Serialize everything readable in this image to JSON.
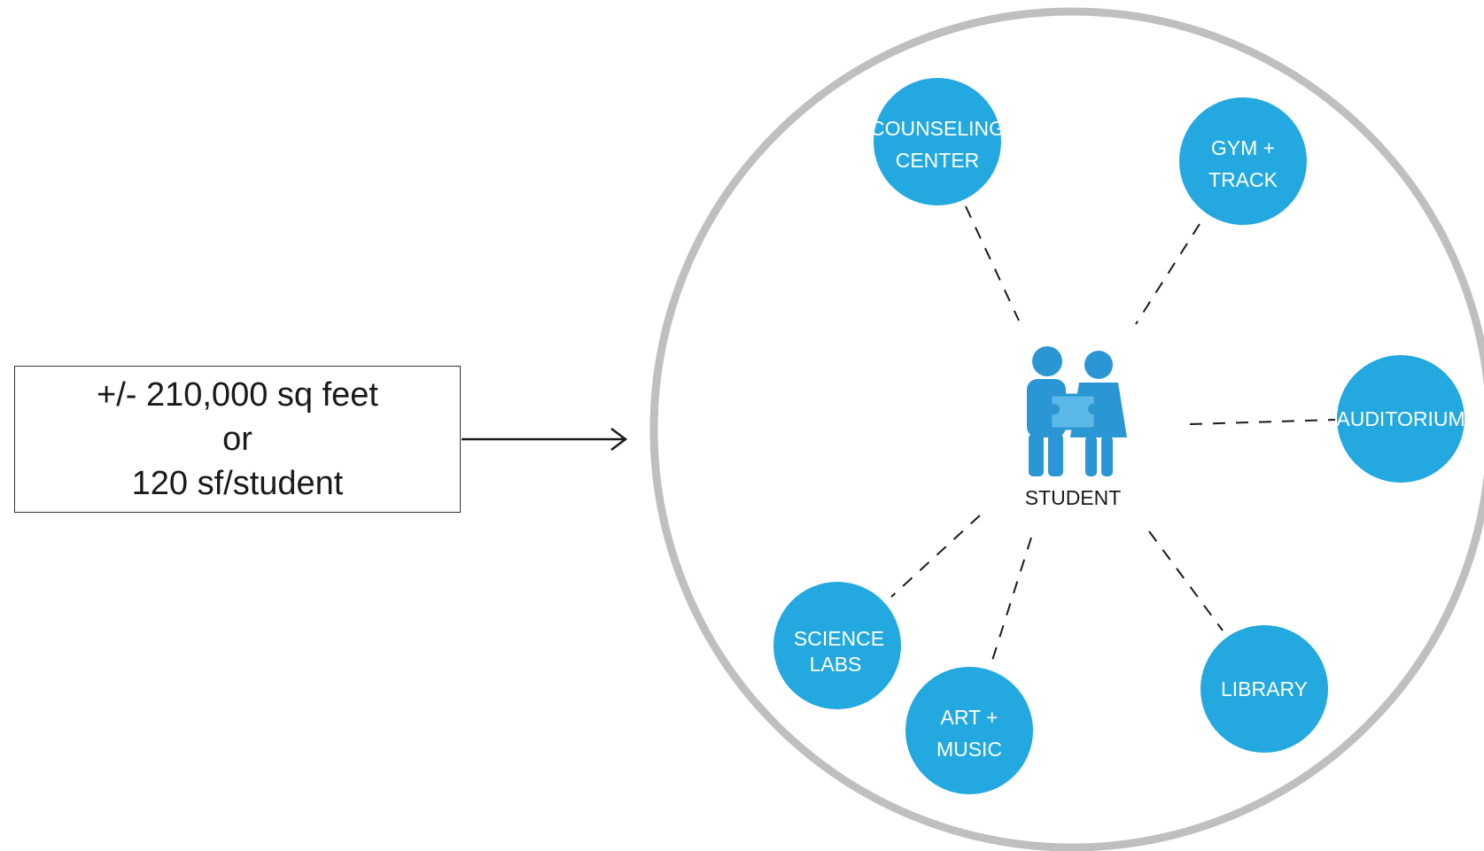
{
  "area_box": {
    "line1": "+/- 210,000 sq feet",
    "line2": "or",
    "line3": "120 sf/student"
  },
  "center": {
    "label": "STUDENT",
    "icon": "students-icon"
  },
  "nodes": [
    {
      "id": "counseling",
      "lines": [
        "COUNSELING",
        "CENTER"
      ]
    },
    {
      "id": "gym",
      "lines": [
        "GYM +",
        "TRACK"
      ]
    },
    {
      "id": "auditorium",
      "lines": [
        "AUDITORIUM"
      ]
    },
    {
      "id": "library",
      "lines": [
        "LIBRARY"
      ]
    },
    {
      "id": "art",
      "lines": [
        "ART +",
        "MUSIC"
      ]
    },
    {
      "id": "science",
      "lines": [
        "SCIENCE",
        "LABS"
      ]
    }
  ],
  "colors": {
    "node_fill": "#23A8E0",
    "outer_ring": "#BEBFC1",
    "icon_fill": "#2A97D4",
    "connector": "#1a1a1a"
  }
}
